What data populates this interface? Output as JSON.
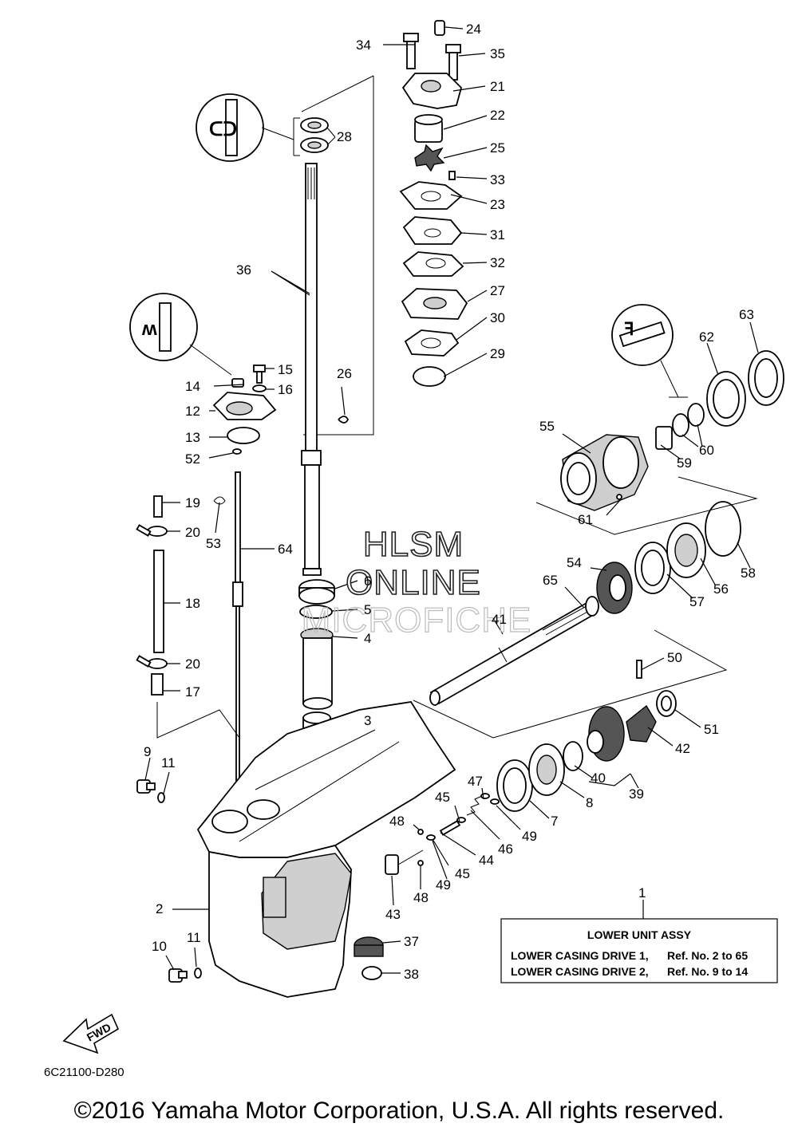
{
  "diagram_code": "6C21100-D280",
  "copyright": "©2016 Yamaha Motor Corporation, U.S.A. All rights reserved.",
  "watermark": {
    "line1": "HLSM",
    "line2": "ONLINE",
    "line3": "MICROFICHE"
  },
  "fwd_label": "FWD",
  "assy_box": {
    "title": "LOWER UNIT ASSY",
    "row1_name": "LOWER CASING DRIVE 1,",
    "row1_ref": "Ref. No. 2 to 65",
    "row2_name": "LOWER CASING DRIVE 2,",
    "row2_ref": "Ref. No. 9 to 14"
  },
  "callouts": {
    "n1": "1",
    "n2": "2",
    "n3": "3",
    "n4": "4",
    "n5": "5",
    "n6": "6",
    "n7": "7",
    "n8": "8",
    "n9": "9",
    "n10": "10",
    "n11a": "11",
    "n11b": "11",
    "n12": "12",
    "n13": "13",
    "n14": "14",
    "n15": "15",
    "n16": "16",
    "n17": "17",
    "n18": "18",
    "n19": "19",
    "n20a": "20",
    "n20b": "20",
    "n21": "21",
    "n22": "22",
    "n23": "23",
    "n24": "24",
    "n25": "25",
    "n26": "26",
    "n27": "27",
    "n28": "28",
    "n29": "29",
    "n30": "30",
    "n31": "31",
    "n32": "32",
    "n33": "33",
    "n34": "34",
    "n35": "35",
    "n36": "36",
    "n37": "37",
    "n38": "38",
    "n39": "39",
    "n40": "40",
    "n41": "41",
    "n42": "42",
    "n43": "43",
    "n44": "44",
    "n45a": "45",
    "n45b": "45",
    "n46": "46",
    "n47": "47",
    "n48a": "48",
    "n48b": "48",
    "n49a": "49",
    "n49b": "49",
    "n50": "50",
    "n51": "51",
    "n52": "52",
    "n53": "53",
    "n54": "54",
    "n55": "55",
    "n56": "56",
    "n57": "57",
    "n58": "58",
    "n59": "59",
    "n60": "60",
    "n61": "61",
    "n62": "62",
    "n63": "63",
    "n64": "64",
    "n65": "65"
  }
}
